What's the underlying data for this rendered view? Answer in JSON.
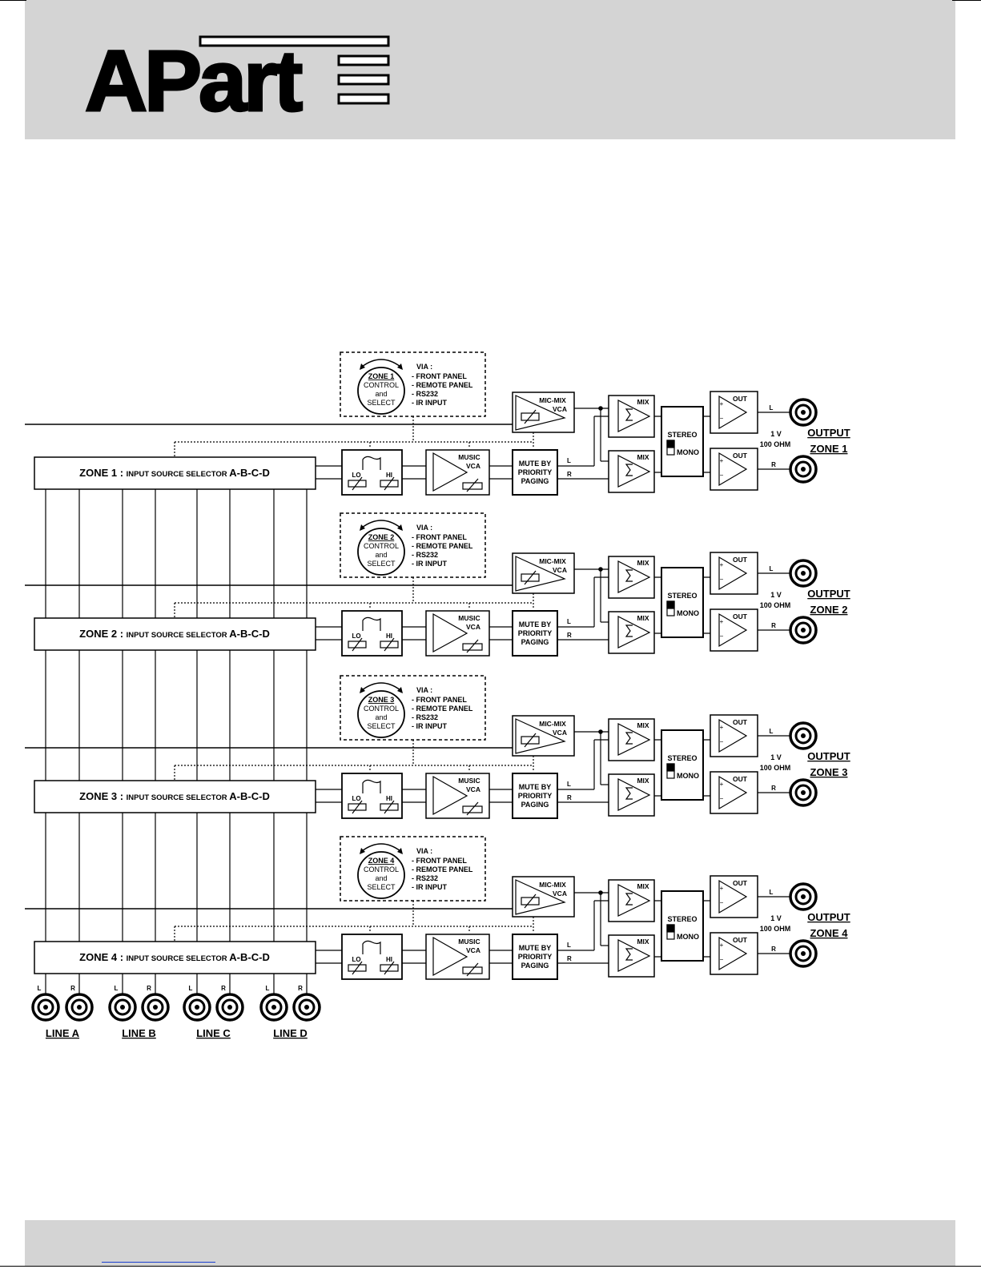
{
  "brand": {
    "logo_text": "APart"
  },
  "control_panel": {
    "via": "VIA :",
    "options": [
      "- FRONT PANEL",
      "- REMOTE PANEL",
      "- RS232",
      "- IR INPUT"
    ],
    "knob_line2": "CONTROL",
    "knob_line3": "and",
    "knob_line4": "SELECT"
  },
  "blocks": {
    "micmix_l1": "MIC-MIX",
    "micmix_l2": "VCA",
    "eq_lo": "LO",
    "eq_hi": "HI",
    "music_l1": "MUSIC",
    "music_l2": "VCA",
    "mute_l1": "MUTE BY",
    "mute_l2": "PRIORITY",
    "mute_l3": "PAGING",
    "mix": "MIX",
    "stereo": "STEREO",
    "mono": "MONO",
    "out": "OUT",
    "level_l1": "1 V",
    "level_l2": "100 OHM",
    "ch_l": "L",
    "ch_r": "R",
    "output": "OUTPUT"
  },
  "zones": [
    {
      "zone_label": "ZONE 1",
      "selector_prefix": "ZONE 1 :",
      "selector_mid": "INPUT SOURCE SELECTOR",
      "selector_suffix": "A-B-C-D"
    },
    {
      "zone_label": "ZONE 2",
      "selector_prefix": "ZONE 2 :",
      "selector_mid": "INPUT SOURCE SELECTOR",
      "selector_suffix": "A-B-C-D"
    },
    {
      "zone_label": "ZONE 3",
      "selector_prefix": "ZONE 3 :",
      "selector_mid": "INPUT SOURCE SELECTOR",
      "selector_suffix": "A-B-C-D"
    },
    {
      "zone_label": "ZONE 4",
      "selector_prefix": "ZONE 4 :",
      "selector_mid": "INPUT SOURCE SELECTOR",
      "selector_suffix": "A-B-C-D"
    }
  ],
  "inputs": [
    {
      "label": "LINE A",
      "l": "L",
      "r": "R"
    },
    {
      "label": "LINE B",
      "l": "L",
      "r": "R"
    },
    {
      "label": "LINE C",
      "l": "L",
      "r": "R"
    },
    {
      "label": "LINE D",
      "l": "L",
      "r": "R"
    }
  ]
}
